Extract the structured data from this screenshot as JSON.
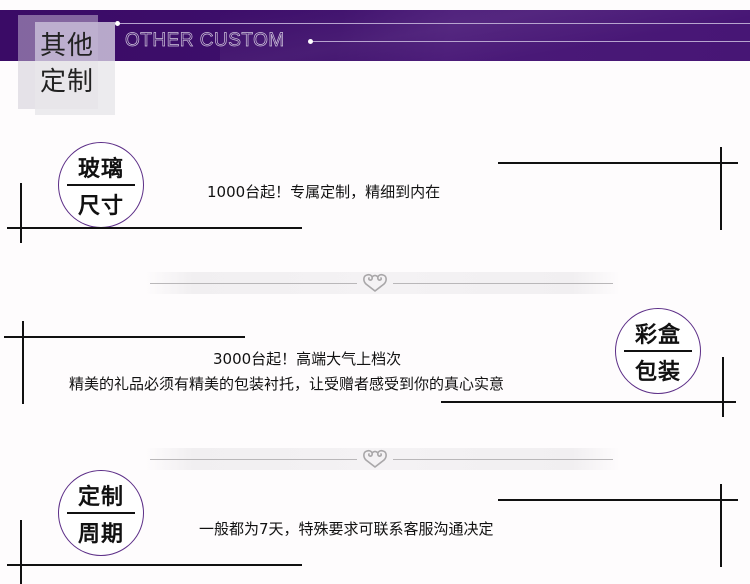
{
  "header": {
    "title_cn": "其他定制",
    "title_cn_line1": "其他",
    "title_cn_line2": "定制",
    "title_en": "OTHER CUSTOM",
    "colors": {
      "band": "#3e0f6c",
      "accent_line": "#b7a4cf"
    }
  },
  "sections": [
    {
      "badge_top": "玻璃",
      "badge_bottom": "尺寸",
      "lines": [
        "1000台起！专属定制，精细到内在"
      ]
    },
    {
      "badge_top": "彩盒",
      "badge_bottom": "包装",
      "lines": [
        "3000台起！高端大气上档次",
        "精美的礼品必须有精美的包装衬托，让受赠者感受到你的真心实意"
      ]
    },
    {
      "badge_top": "定制",
      "badge_bottom": "周期",
      "lines": [
        "一般都为7天，特殊要求可联系客服沟通决定"
      ]
    }
  ],
  "dividers": [
    {
      "icon": "cloud-heart-ornament-icon"
    },
    {
      "icon": "cloud-heart-ornament-icon"
    }
  ],
  "colors": {
    "badge_border": "#5c2e87",
    "text": "#111111",
    "divider": "#b9b7b9"
  }
}
